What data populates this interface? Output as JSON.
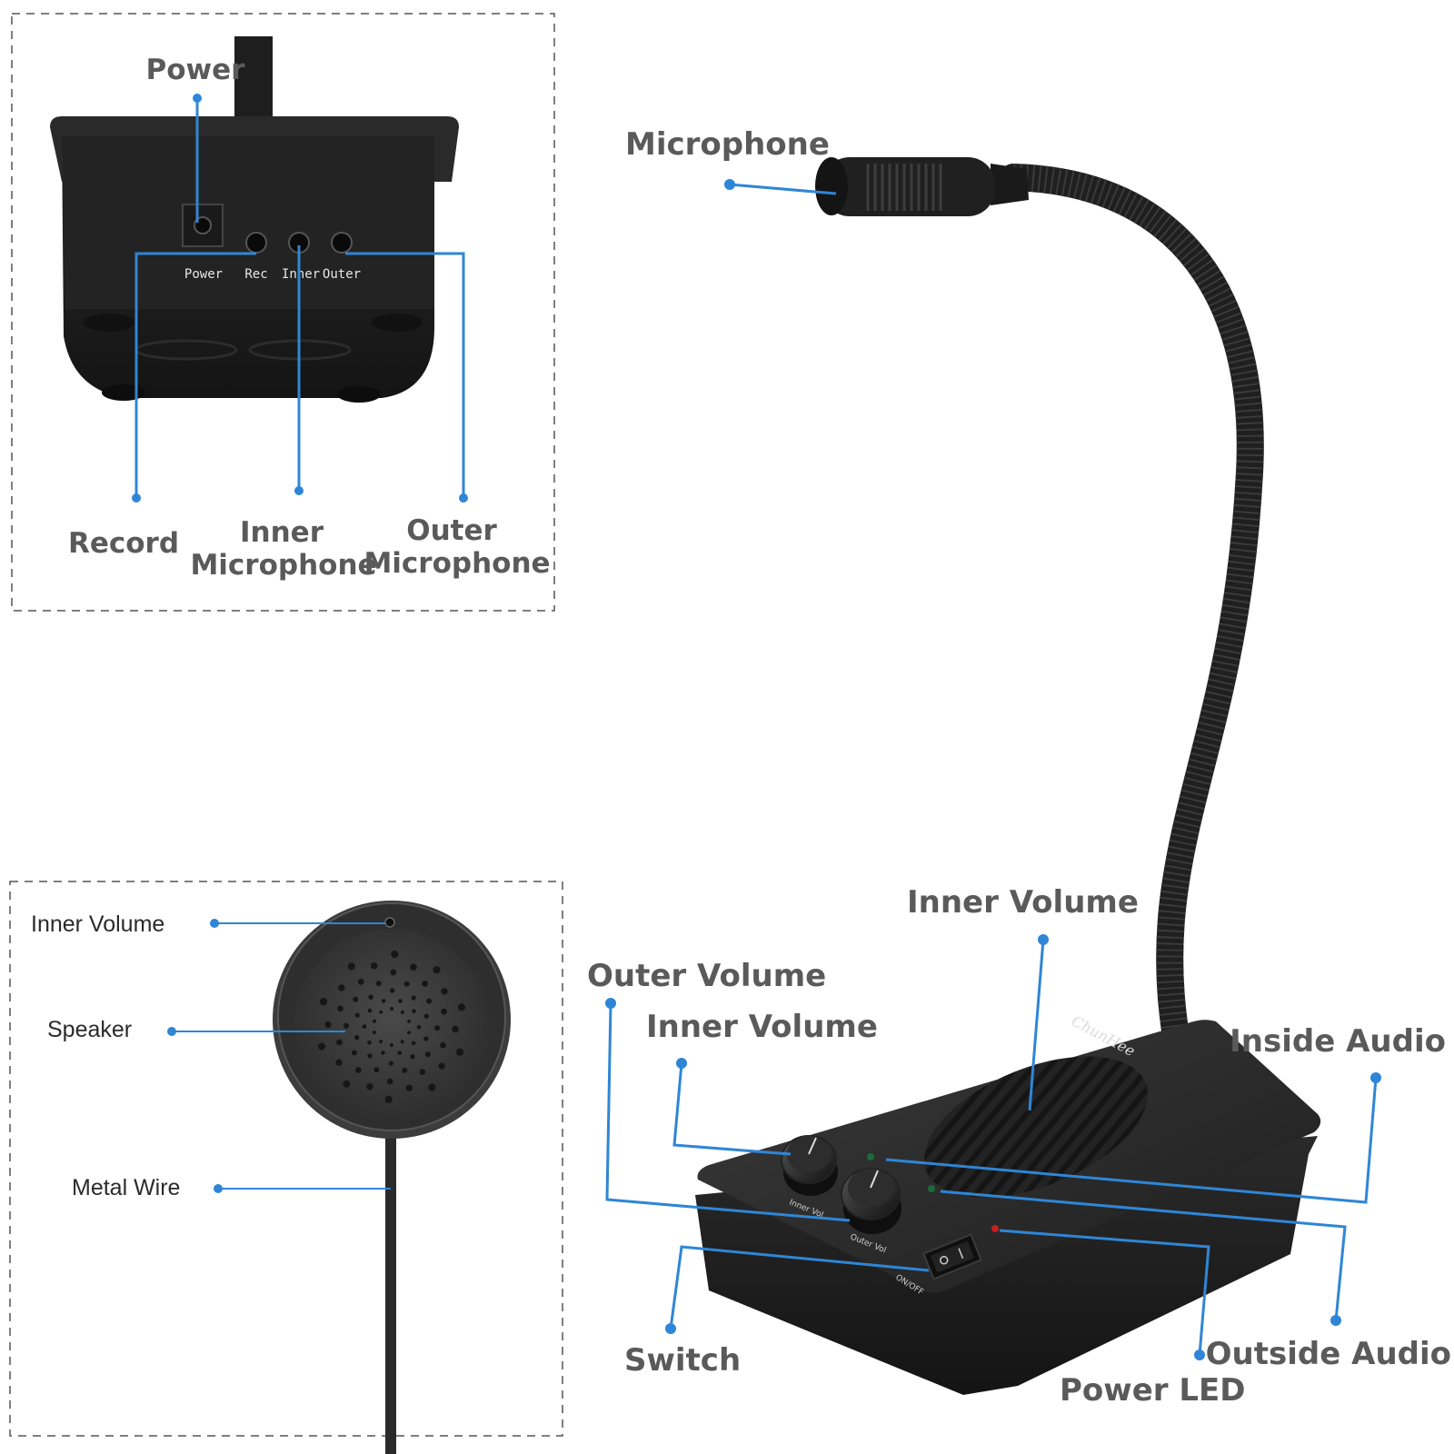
{
  "colors": {
    "callout": "#2f86d6",
    "label": "#5a5a5a",
    "device": "#262626"
  },
  "rear_panel": {
    "labels": {
      "power": "Power",
      "record": "Record",
      "inner_mic_1": "Inner",
      "inner_mic_2": "Microphone",
      "outer_mic_1": "Outer",
      "outer_mic_2": "Microphone"
    },
    "ports": {
      "power": "Power",
      "rec": "Rec",
      "inner": "Inner",
      "outer": "Outer"
    }
  },
  "speaker_unit": {
    "labels": {
      "inner_volume": "Inner Volume",
      "speaker": "Speaker",
      "metal_wire": "Metal Wire"
    }
  },
  "main_unit": {
    "brand": "ChunHee",
    "labels": {
      "microphone": "Microphone",
      "inner_volume_top": "Inner Volume",
      "outer_volume": "Outer Volume",
      "inner_volume": "Inner Volume",
      "inside_audio": "Inside Audio",
      "switch": "Switch",
      "power_led": "Power LED",
      "outside_audio": "Outside Audio"
    },
    "knob_text": {
      "inner_vol": "Inner Vol",
      "outer_vol": "Outer Vol",
      "on_off": "ON/OFF"
    }
  }
}
